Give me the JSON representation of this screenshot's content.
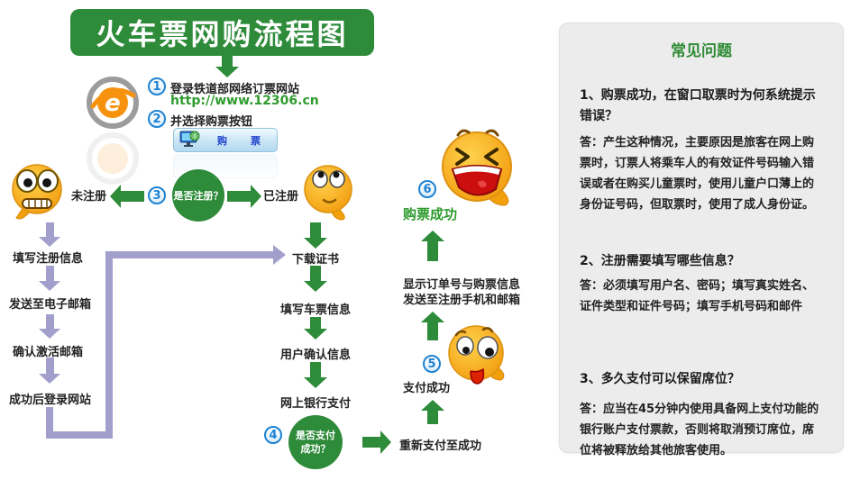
{
  "title": "火车票网购流程图",
  "top": {
    "step1_num": "1",
    "step1_text": "登录铁道部网络订票网站",
    "url": "http://www.12306.cn",
    "step2_num": "2",
    "step2_text": "并选择购票按钮",
    "button_char1": "购",
    "button_char2": "票"
  },
  "decision_register": {
    "num": "3",
    "label": "是否注册？",
    "left_branch": "未注册",
    "right_branch": "已注册"
  },
  "left_chain": {
    "step1": "填写注册信息",
    "step2": "发送至电子邮箱",
    "step3": "确认激活邮箱",
    "step4": "成功后登录网站"
  },
  "mid_chain": {
    "step1": "下载证书",
    "step2": "填写车票信息",
    "step3": "用户确认信息",
    "step4": "网上银行支付"
  },
  "decision_pay": {
    "num": "4",
    "line1": "是否支付",
    "line2": "成功？",
    "retry": "重新支付至成功"
  },
  "right_chain": {
    "num5": "5",
    "pay_success": "支付成功",
    "order_line1": "显示订单号与购票信息",
    "order_line2": "发送至注册手机和邮箱",
    "num6": "6",
    "final_success": "购票成功"
  },
  "faq": {
    "header": "常见问题",
    "items": [
      {
        "q": "1、购票成功，在窗口取票时为何系统提示错误？",
        "a": "答：产生这种情况，主要原因是旅客在网上购票时，订票人将乘车人的有效证件号码输入错误或者在购买儿童票时，使用儿童户口薄上的身份证号码，但取票时，使用了成人身份证。"
      },
      {
        "q": "2、注册需要填写哪些信息？",
        "a": "答：必须填写用户名、密码；填写真实姓名、证件类型和证件号码；填写手机号码和邮件"
      },
      {
        "q": "3、多久支付可以保留席位？",
        "a": "答：应当在45分钟内使用具备网上支付功能的银行账户支付票款，否则将取消预订席位，席位将被释放给其他旅客使用。"
      }
    ]
  },
  "colors": {
    "flow_green": "#2e8b3a",
    "text_green": "#2e9b2e",
    "connector_purple": "#a39fcd",
    "number_blue": "#1e82d2",
    "panel_gray": "#ececec"
  }
}
